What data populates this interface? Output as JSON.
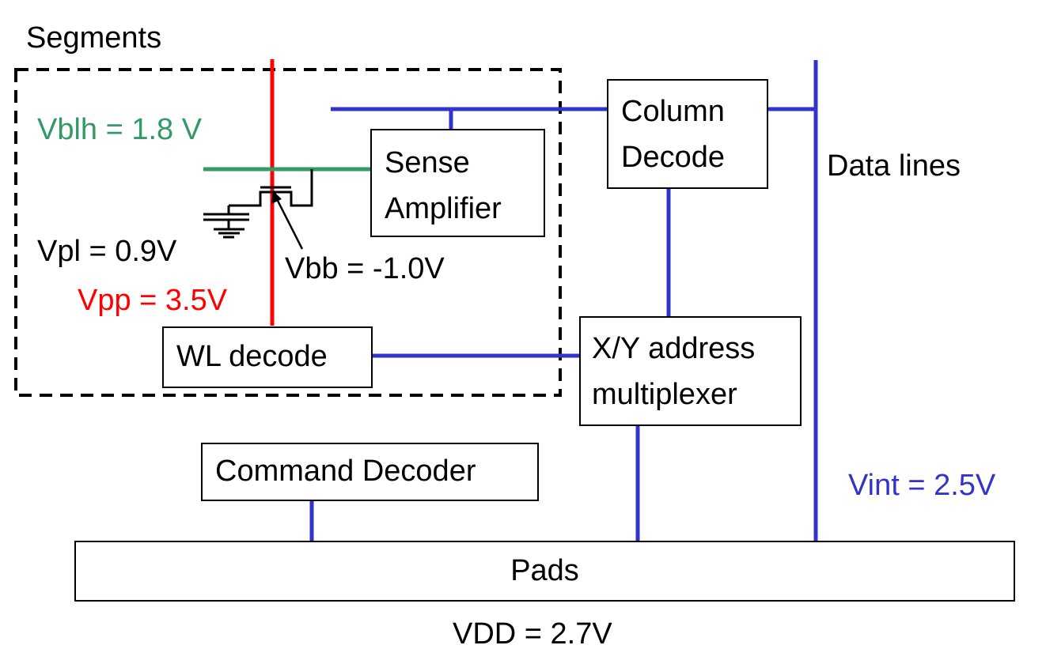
{
  "labels": {
    "segments": "Segments",
    "vblh": "Vblh = 1.8 V",
    "vpl": "Vpl = 0.9V",
    "vpp": "Vpp = 3.5V",
    "vbb": "Vbb = -1.0V",
    "data_lines": "Data lines",
    "vint": "Vint = 2.5V",
    "vdd": "VDD = 2.7V"
  },
  "blocks": {
    "sense_amp": [
      "Sense",
      "Amplifier"
    ],
    "column_decode": [
      "Column",
      "Decode"
    ],
    "wl_decode": "WL decode",
    "xy_mux": [
      "X/Y address",
      "multiplexer"
    ],
    "command_decoder": "Command Decoder",
    "pads": "Pads"
  },
  "colors": {
    "red": "#ff0000",
    "green": "#339966",
    "blue": "#3333cc"
  }
}
